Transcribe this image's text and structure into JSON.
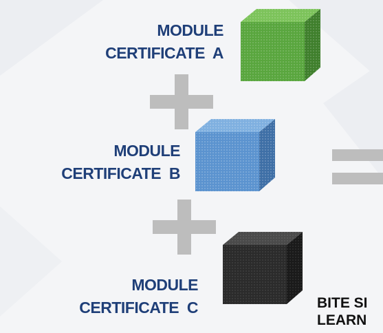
{
  "modules": [
    {
      "line1": "MODULE",
      "line2": "CERTIFICATE  A",
      "cube_color": "#5aa540"
    },
    {
      "line1": "MODULE",
      "line2": "CERTIFICATE  B",
      "cube_color": "#5b93cf"
    },
    {
      "line1": "MODULE",
      "line2": "CERTIFICATE  C",
      "cube_color": "#2b2b2b"
    }
  ],
  "result": {
    "line1": "BITE SI",
    "line2": "LEARN"
  },
  "colors": {
    "label": "#1f3f78",
    "operator": "#bdbdbd",
    "background": "#f4f5f7"
  }
}
